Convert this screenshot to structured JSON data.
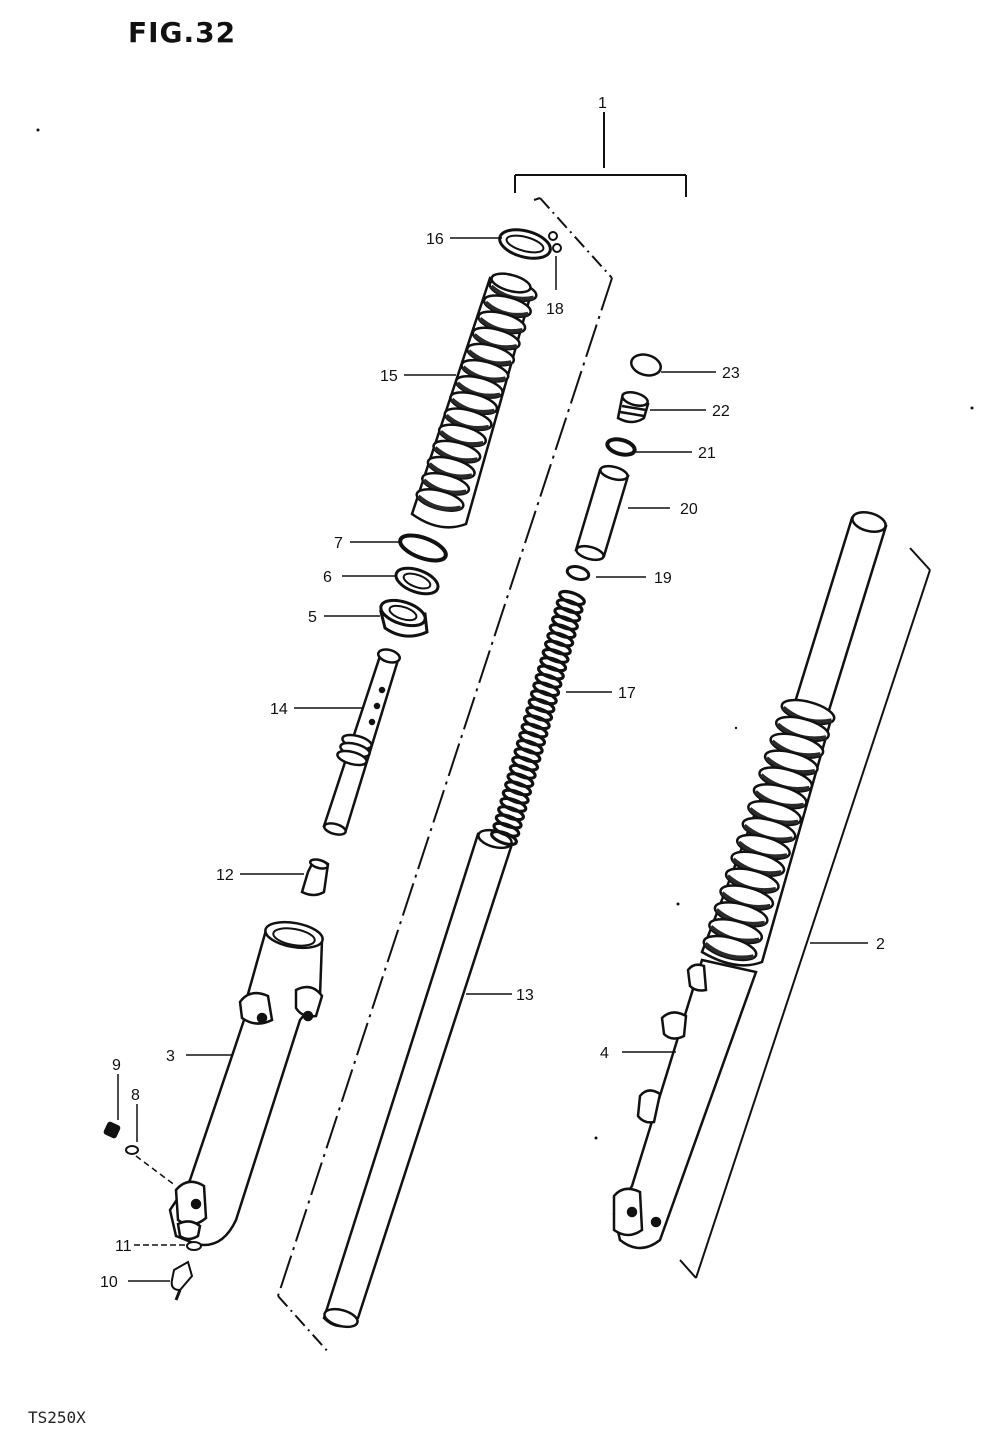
{
  "figure": {
    "title": "FIG.32",
    "model": "TS250X"
  },
  "callouts": {
    "c1": "1",
    "c2": "2",
    "c3": "3",
    "c4": "4",
    "c5": "5",
    "c6": "6",
    "c7": "7",
    "c8": "8",
    "c9": "9",
    "c10": "10",
    "c11": "11",
    "c12": "12",
    "c13": "13",
    "c14": "14",
    "c15": "15",
    "c16": "16",
    "c17": "17",
    "c18": "18",
    "c19": "19",
    "c20": "20",
    "c21": "21",
    "c22": "22",
    "c23": "23"
  },
  "colors": {
    "ink": "#111111",
    "paper": "#ffffff",
    "shade": "#2a2a2a"
  }
}
